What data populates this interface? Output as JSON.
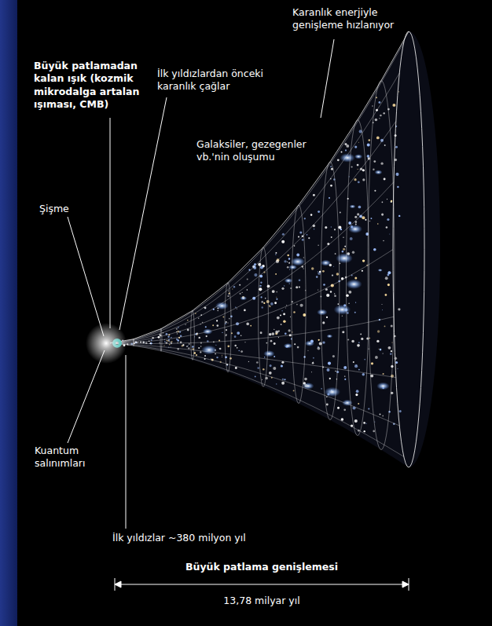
{
  "diagram": {
    "labels": [
      "Büyük patlamadan kalan ışık (kozmik mikrodalga artalan ışıması, CMB)",
      "İlk yıldızlardan önceki karanlık çağlar",
      "Karanlık enerjiyle genişleme hızlanıyor",
      "Galaksiler, gezegenler vb.'nin oluşumu",
      "Şişme",
      "Kuantum salınımları",
      "İlk yıldızlar ~380 milyon yıl",
      "Büyük patlama genişlemesi",
      "13,78 milyar yıl"
    ]
  }
}
